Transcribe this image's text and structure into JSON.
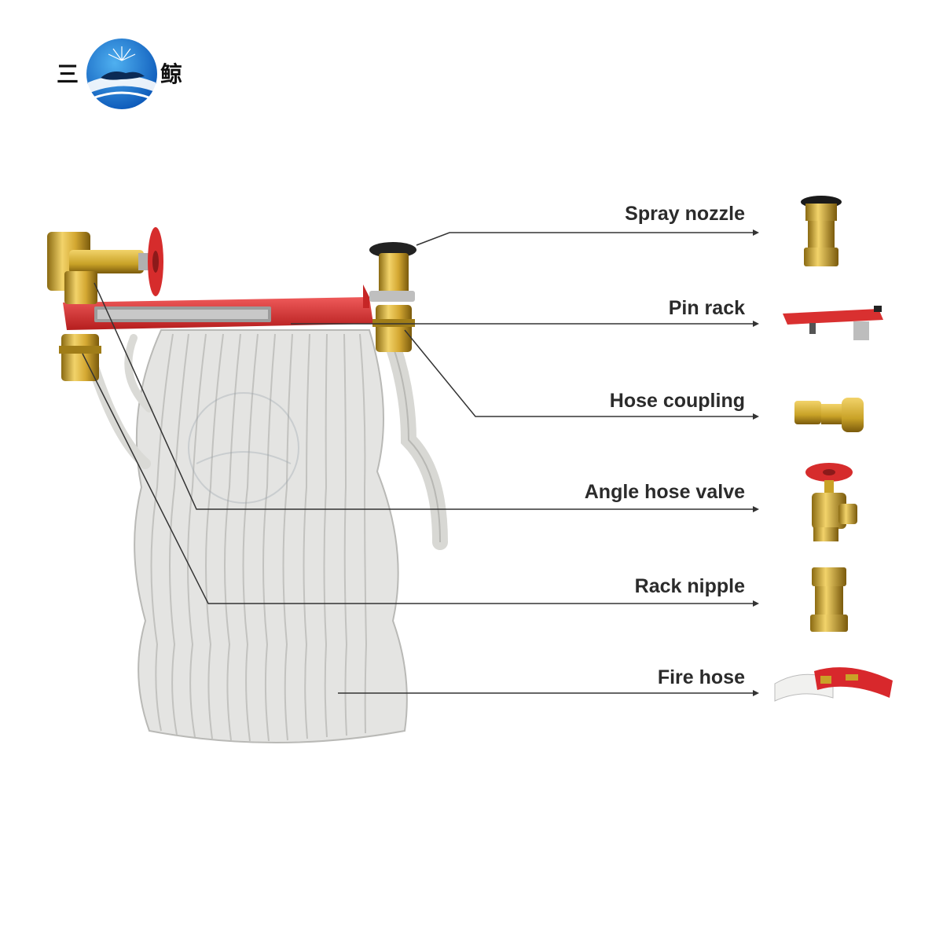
{
  "brand": {
    "left_char": "三",
    "right_char": "鲸"
  },
  "parts": [
    {
      "label": "Spray nozzle"
    },
    {
      "label": "Pin rack"
    },
    {
      "label": "Hose coupling"
    },
    {
      "label": "Angle hose valve"
    },
    {
      "label": "Rack nipple"
    },
    {
      "label": "Fire hose"
    }
  ],
  "colors": {
    "brass": "#c9a227",
    "rack_red": "#d93030",
    "hose": "#e3e3e1",
    "leader": "#333333"
  }
}
